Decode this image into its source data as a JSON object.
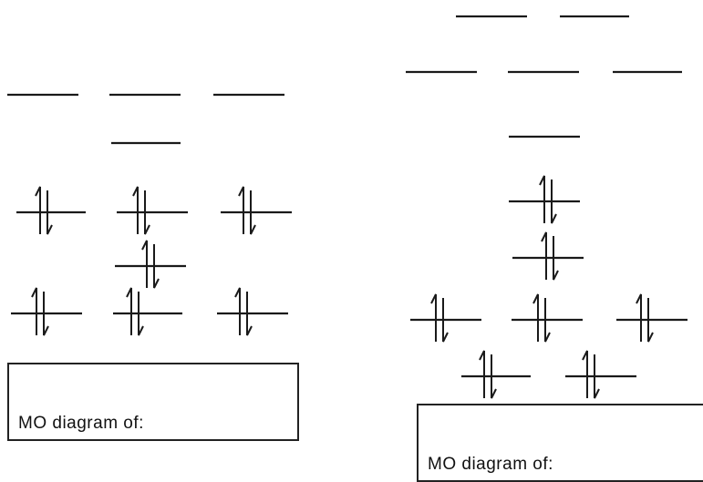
{
  "colors": {
    "ink": "#1a1a1a",
    "background": "#ffffff"
  },
  "diagrams": [
    {
      "id": "left",
      "label": "MO diagram of:",
      "levels": [
        {
          "electrons": 0
        },
        {
          "electrons": 0
        },
        {
          "electrons": 0
        },
        {
          "electrons": 0
        },
        {
          "electrons": 2
        },
        {
          "electrons": 2
        },
        {
          "electrons": 2
        },
        {
          "electrons": 2
        },
        {
          "electrons": 2
        },
        {
          "electrons": 2
        },
        {
          "electrons": 2
        }
      ]
    },
    {
      "id": "right",
      "label": "MO diagram of:",
      "levels": [
        {
          "electrons": 0
        },
        {
          "electrons": 0
        },
        {
          "electrons": 0
        },
        {
          "electrons": 0
        },
        {
          "electrons": 0
        },
        {
          "electrons": 0
        },
        {
          "electrons": 2
        },
        {
          "electrons": 2
        },
        {
          "electrons": 2
        },
        {
          "electrons": 2
        },
        {
          "electrons": 2
        },
        {
          "electrons": 2
        },
        {
          "electrons": 2
        }
      ]
    }
  ]
}
